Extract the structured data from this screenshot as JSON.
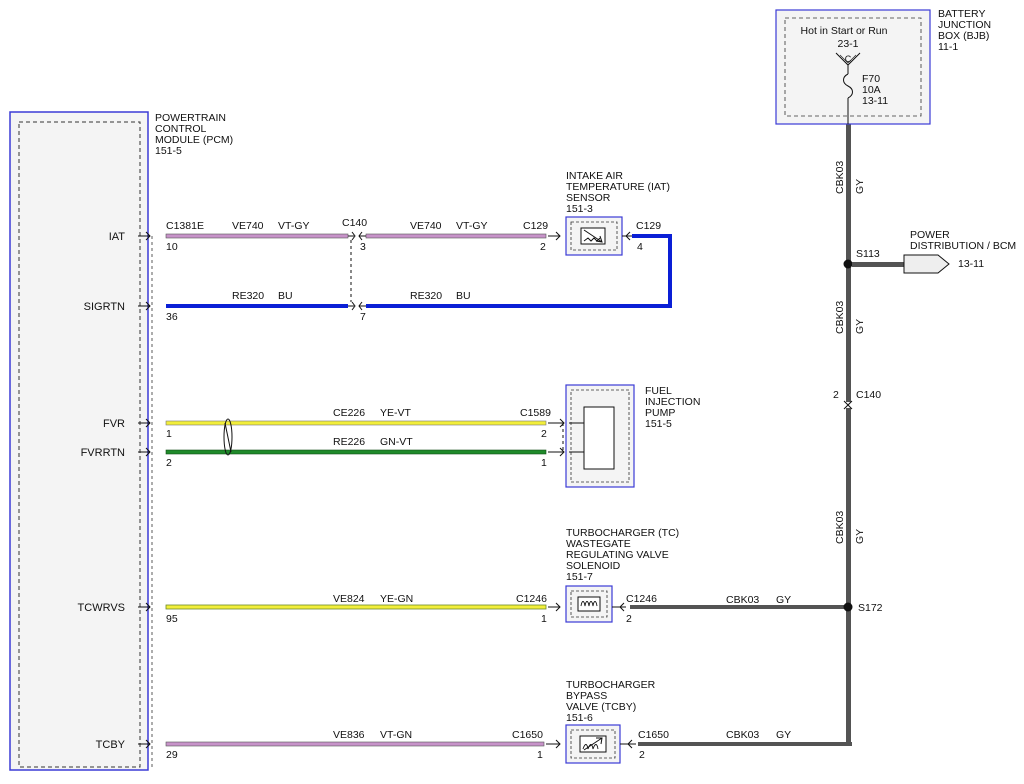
{
  "pcm": {
    "title": [
      "POWERTRAIN",
      "CONTROL",
      "MODULE (PCM)",
      "151-5"
    ],
    "pins": [
      "IAT",
      "SIGRTN",
      "FVR",
      "FVRRTN",
      "TCWRVS",
      "TCBY"
    ]
  },
  "bjb": {
    "title": [
      "BATTERY",
      "JUNCTION",
      "BOX (BJB)",
      "11-1"
    ],
    "hot_text": "Hot in Start or Run",
    "ref": "23-1",
    "connector_letter": "C",
    "fuse": [
      "F70",
      "10A",
      "13-11"
    ]
  },
  "iat_sensor": {
    "title": [
      "INTAKE AIR",
      "TEMPERATURE (IAT)",
      "SENSOR",
      "151-3"
    ]
  },
  "fuel_pump": {
    "title": [
      "FUEL",
      "INJECTION",
      "PUMP",
      "151-5"
    ]
  },
  "tc_solenoid": {
    "title": [
      "TURBOCHARGER (TC)",
      "WASTEGATE",
      "REGULATING VALVE",
      "SOLENOID",
      "151-7"
    ]
  },
  "tcby_valve": {
    "title": [
      "TURBOCHARGER",
      "BYPASS",
      "VALVE (TCBY)",
      "151-6"
    ]
  },
  "power_dist": {
    "title": [
      "POWER",
      "DISTRIBUTION / BCM"
    ],
    "ref": "13-11"
  },
  "wires": {
    "iat_a": {
      "circuit": "VE740",
      "color": "VT-GY"
    },
    "iat_b": {
      "circuit": "VE740",
      "color": "VT-GY"
    },
    "sig_a": {
      "circuit": "RE320",
      "color": "BU"
    },
    "sig_b": {
      "circuit": "RE320",
      "color": "BU"
    },
    "fvr": {
      "circuit": "CE226",
      "color": "YE-VT"
    },
    "fvrrtn": {
      "circuit": "RE226",
      "color": "GN-VT"
    },
    "tcwrvs": {
      "circuit": "VE824",
      "color": "YE-GN"
    },
    "tcby": {
      "circuit": "VE836",
      "color": "VT-GN"
    },
    "tc_feed": {
      "circuit": "CBK03",
      "color": "GY"
    },
    "tcby_feed": {
      "circuit": "CBK03",
      "color": "GY"
    },
    "vert_1": {
      "circuit": "CBK03",
      "color": "GY"
    },
    "vert_2": {
      "circuit": "CBK03",
      "color": "GY"
    },
    "vert_3": {
      "circuit": "CBK03",
      "color": "GY"
    }
  },
  "connectors": {
    "c1381e": "C1381E",
    "c140": "C140",
    "c129_a": "C129",
    "c129_b": "C129",
    "c1589": "C1589",
    "c1246_a": "C1246",
    "c1246_b": "C1246",
    "c1650_a": "C1650",
    "c1650_b": "C1650",
    "c140_v": "C140"
  },
  "pin_numbers": {
    "iat_pcm": "10",
    "iat_c140": "3",
    "iat_sensor": "2",
    "iat_sensor_out": "4",
    "sig_pcm": "36",
    "sig_c140": "7",
    "fvr_pcm": "1",
    "fvr_pump": "2",
    "fvrrtn_pcm": "2",
    "fvrrtn_pump": "1",
    "tcw_pcm": "95",
    "tcw_sol": "1",
    "tcw_sol_out": "2",
    "tcby_pcm": "29",
    "tcby_valve": "1",
    "tcby_valve_out": "2",
    "c140_v": "2"
  },
  "splices": {
    "s113": "S113",
    "s172": "S172"
  },
  "colors": {
    "vt_gy": "#c793c9",
    "bu": "#0a1fd6",
    "ye": "#f2ee3a",
    "gn": "#1f8a2a",
    "gy": "#545454",
    "border_blue": "#3b3bd6"
  }
}
